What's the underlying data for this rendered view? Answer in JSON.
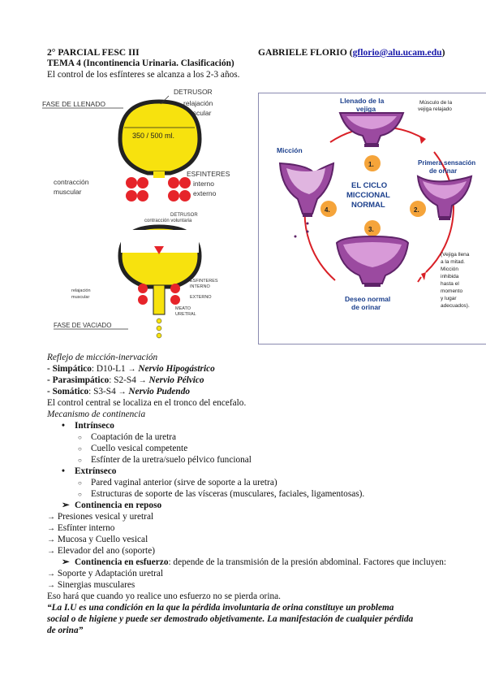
{
  "header": {
    "course": "2° PARCIAL FESC III",
    "author": "GABRIELE FLORIO",
    "email": "gflorio@alu.ucam.edu",
    "open_paren": "(",
    "close_paren": ")"
  },
  "title": "TEMA 4 (Incontinencia Urinaria. Clasificación)",
  "intro": "El control de los esfínteres se alcanza a los 2-3 años.",
  "figure_left": {
    "fase_llenado": "FASE DE LLENADO",
    "detrusor": "DETRUSOR",
    "relajacion": "relajación",
    "muscular": "muscular",
    "volume": "350 / 500 ml.",
    "contraccion": "contracción",
    "contraccion_muscular": "muscular",
    "esfinteres": "ESFINTERES",
    "interno": "interno",
    "externo": "externo",
    "detrusor2": "DETRUSOR",
    "contraccion_voluntaria": "contracción voluntaria",
    "relajacion2": "relajación",
    "muscular2": "muscular",
    "esfinteres2": "ESFINTERES",
    "interno2": "INTERNO",
    "externo2": "EXTERNO",
    "meato": "MEATO",
    "uretral": "URETRAL",
    "fase_vaciado": "FASE DE VACIADO"
  },
  "figure_right": {
    "llenado": "Llenado de la",
    "vejiga": "vejiga",
    "musculo": "Músculo de la",
    "musculo2": "vejiga relajado",
    "miccion": "Micción",
    "primera": "Primera sensación",
    "primera2": "de orinar",
    "ciclo1": "EL CICLO",
    "ciclo2": "MICCIONAL",
    "ciclo3": "NORMAL",
    "n1": "1.",
    "n2": "2.",
    "n3": "3.",
    "n4": "4.",
    "deseo1": "Deseo normal",
    "deseo2": "de orinar",
    "note1": "(Vejiga llena",
    "note2": "a la mitad.",
    "note3": "Micción",
    "note4": "inhibida",
    "note5": "hasta el",
    "note6": "momento",
    "note7": "y lugar",
    "note8": "adecuados)."
  },
  "body": {
    "reflejo": "Reflejo de micción-inervación",
    "simp_label": "- Simpático",
    "simp_seg": ": D10-L1",
    "simp_nerve": "Nervio Hipogástrico",
    "para_label": "- Parasimpático",
    "para_seg": ": S2-S4",
    "para_nerve": "Nervio Pélvico",
    "som_label": "- Somático",
    "som_seg": ": S3-S4",
    "som_nerve": "Nervio Pudendo",
    "control_central": "El control central se localiza en el tronco del encefalo.",
    "mecanismo": "Mecanismo de continencia",
    "intrinseco": "Intrínseco",
    "intr_items": [
      "Coaptación de la uretra",
      "Cuello vesical competente",
      "Esfínter de la uretra/suelo pélvico funcional"
    ],
    "extrinseco": "Extrínseco",
    "extr_items": [
      "Pared vaginal anterior (sirve de soporte a la uretra)",
      "Estructuras de soporte de las vísceras (musculares, faciales, ligamentosas)."
    ],
    "reposo": "Continencia en reposo",
    "reposo_items": [
      "Presiones vesical y uretral",
      "Esfínter interno",
      "Mucosa y Cuello vesical",
      "Elevador del ano (soporte)"
    ],
    "esfuerzo": "Continencia en esfuerzo",
    "esfuerzo_text": ": depende de la transmisión de la presión abdominal. Factores que incluyen:",
    "esfuerzo_items": [
      "Soporte y Adaptación uretral",
      "Sinergias musculares"
    ],
    "eso": "Eso hará que cuando yo realice uno esfuerzo no se pierda orina.",
    "quote1": "“La I.U es una condición en la que la pérdida involuntaria de orina constituye un problema",
    "quote2": "social o de higiene y puede ser demostrado objetivamente. La manifestación de cualquier pérdida",
    "quote3": "de orina”"
  }
}
